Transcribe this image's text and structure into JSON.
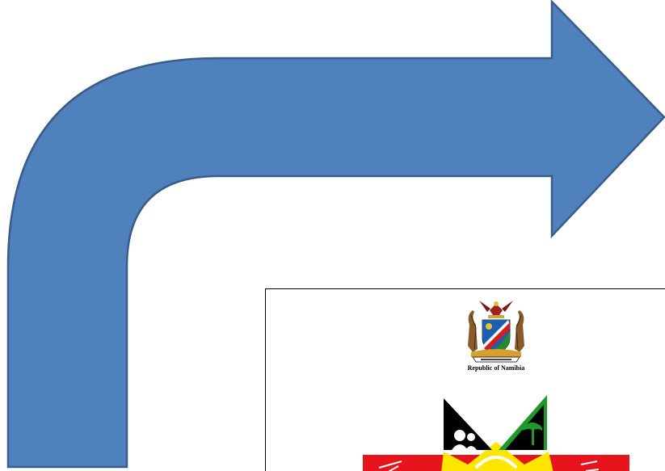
{
  "arrow": {
    "shape": "bent-up-right-arrow",
    "fill": "#4F81BD",
    "stroke": "#385D8A"
  },
  "document": {
    "country_caption": "Republic of Namibia",
    "emblem": "namibia-coat-of-arms",
    "logo": "ministry-logo-emblem",
    "border_color": "#000000",
    "logo_colors": {
      "red": "#E8141C",
      "yellow": "#FFE600",
      "black": "#000000",
      "green": "#1E9A2A"
    }
  }
}
